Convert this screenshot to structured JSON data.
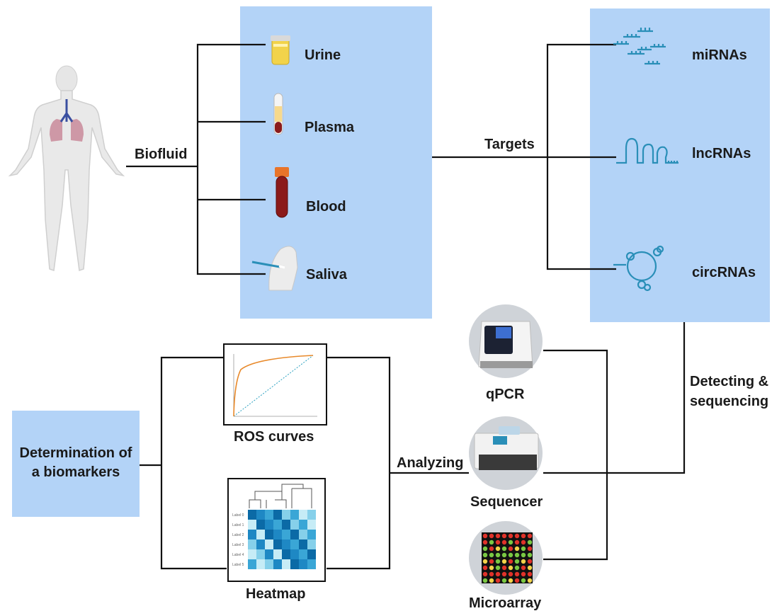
{
  "source": {
    "label": "Biofluid",
    "items": [
      {
        "label": "Urine",
        "icon": "urine-cup-icon"
      },
      {
        "label": "Plasma",
        "icon": "plasma-tube-icon"
      },
      {
        "label": "Blood",
        "icon": "blood-tube-icon"
      },
      {
        "label": "Saliva",
        "icon": "saliva-swab-icon"
      }
    ]
  },
  "targets": {
    "label": "Targets",
    "items": [
      {
        "label": "miRNAs",
        "icon": "mirna-icon"
      },
      {
        "label": "lncRNAs",
        "icon": "lncrna-icon"
      },
      {
        "label": "circRNAs",
        "icon": "circrna-icon"
      }
    ]
  },
  "detecting": {
    "label_line1": "Detecting &",
    "label_line2": "sequencing",
    "items": [
      {
        "label": "qPCR",
        "icon": "qpcr-machine-icon"
      },
      {
        "label": "Sequencer",
        "icon": "sequencer-machine-icon"
      },
      {
        "label": "Microarray",
        "icon": "microarray-chip-icon"
      }
    ]
  },
  "analyzing": {
    "label": "Analyzing",
    "items": [
      {
        "label": "ROS curves",
        "icon": "roc-curve-plot-icon"
      },
      {
        "label": "Heatmap",
        "icon": "heatmap-plot-icon"
      }
    ]
  },
  "result": {
    "line1": "Determination of",
    "line2": "a biomarkers"
  },
  "heatmap_row_labels": [
    "Label 0",
    "Label 1",
    "Label 2",
    "Label 3",
    "Label 4",
    "Label 5"
  ],
  "colors": {
    "panel": "#b3d3f7",
    "line": "#111111",
    "rna": "#2a8fb8",
    "blood": "#8b1a1a",
    "urine": "#f2d34a",
    "circle_bg": "#cfd3d8"
  }
}
